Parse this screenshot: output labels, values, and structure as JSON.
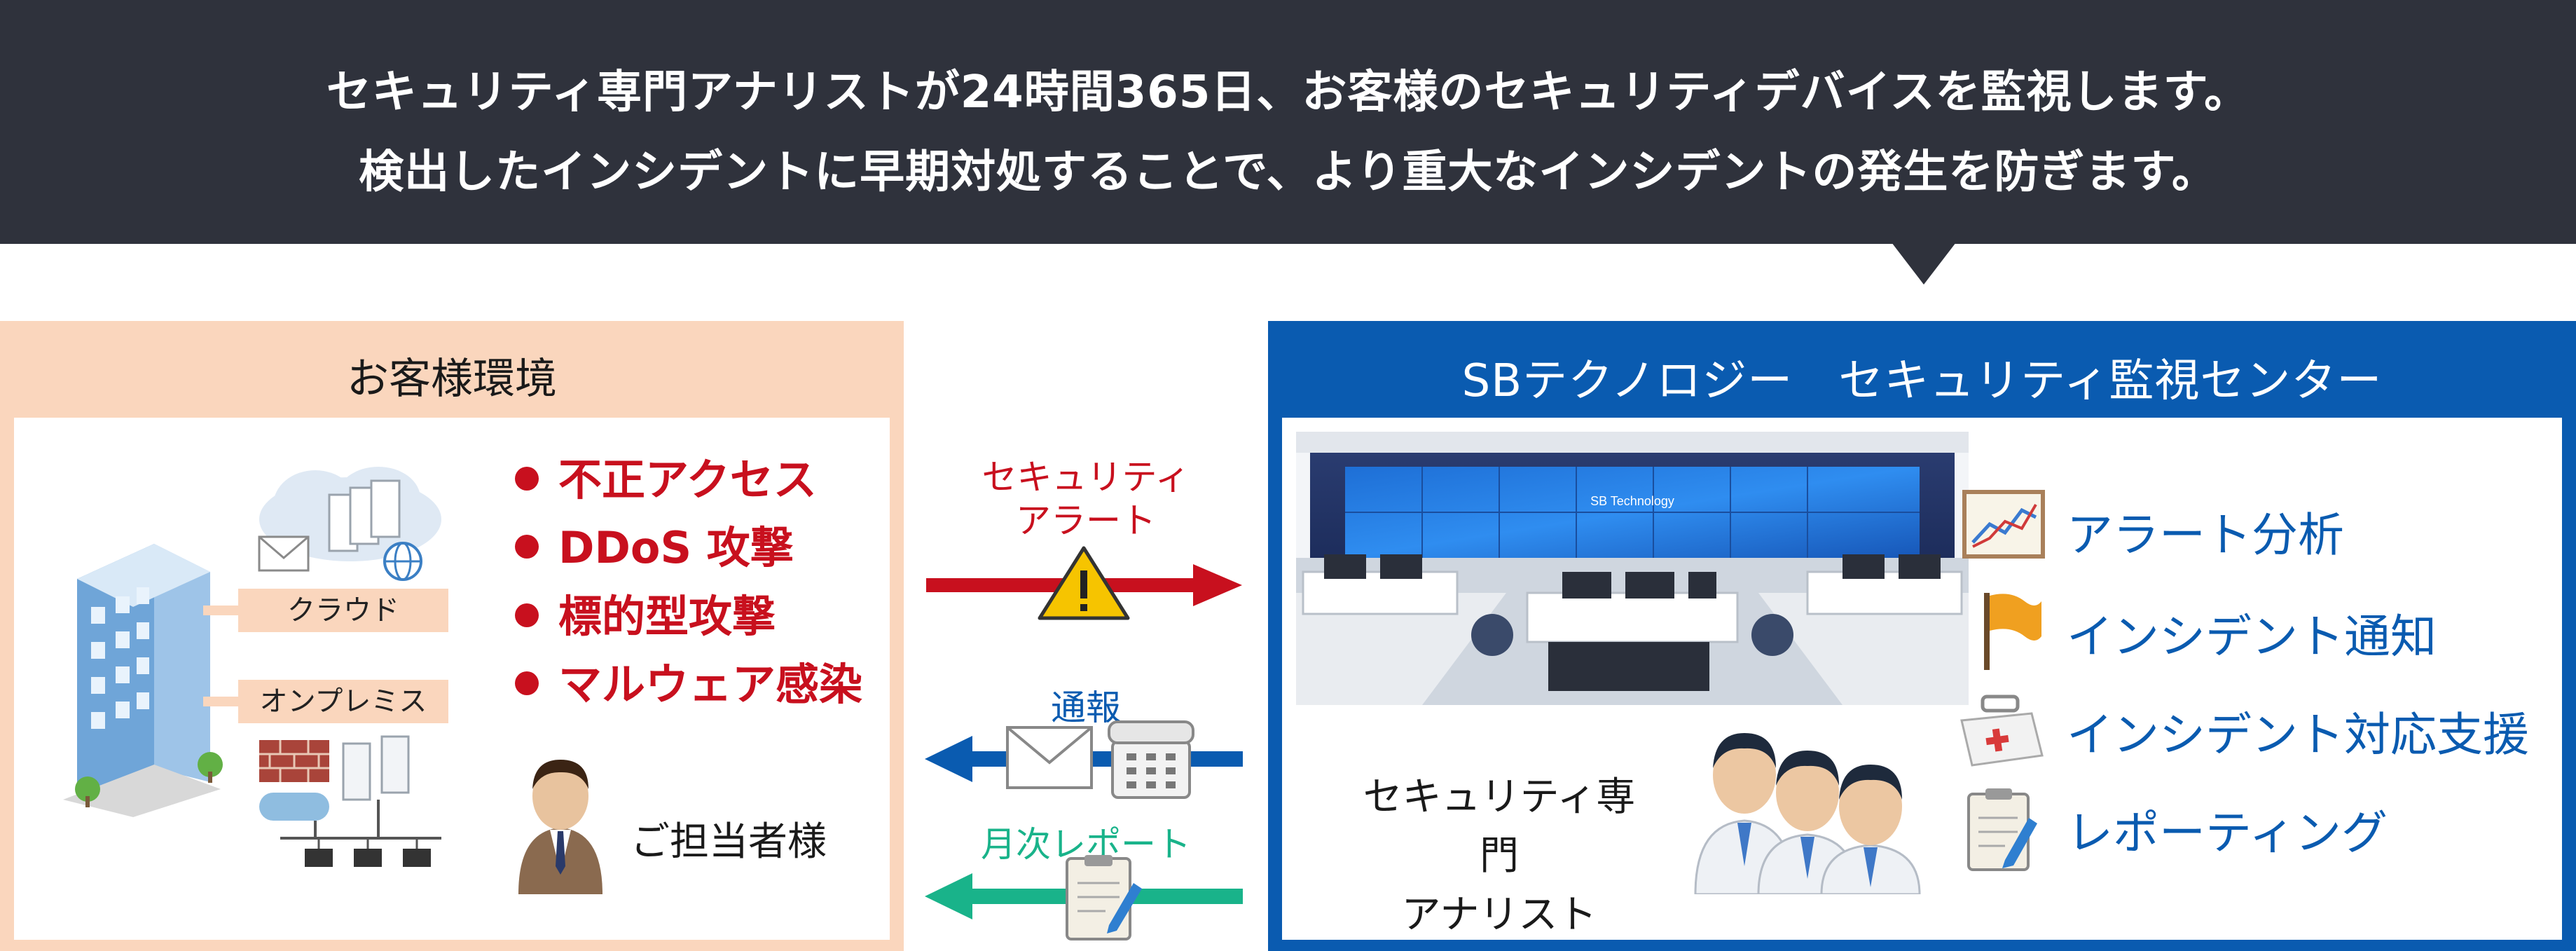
{
  "header": {
    "line1": "セキュリティ専門アナリストが24時間365日、お客様のセキュリティデバイスを監視します。",
    "line2": "検出したインシデントに早期対処することで、より重大なインシデントの発生を防ぎます。"
  },
  "customer": {
    "title": "お客様環境",
    "env_cloud": "クラウド",
    "env_onprem": "オンプレミス",
    "threats": [
      "不正アクセス",
      "DDoS 攻撃",
      "標的型攻撃",
      "マルウェア感染"
    ],
    "contact": "ご担当者様"
  },
  "flows": {
    "alert_line1": "セキュリティ",
    "alert_line2": "アラート",
    "report_call": "通報",
    "monthly_report": "月次レポート"
  },
  "soc": {
    "title": "SBテクノロジー　セキュリティ監視センター",
    "screen_brand": "SB Technology",
    "analyst_line1": "セキュリティ専門",
    "analyst_line2": "アナリスト",
    "services": [
      "アラート分析",
      "インシデント通知",
      "インシデント対応支援",
      "レポーティング"
    ]
  },
  "colors": {
    "header_bg": "#2f323c",
    "customer_bg": "#fad6bd",
    "soc_blue": "#0a5bb0",
    "threat_red": "#c8101e",
    "alert_arrow": "#c8101e",
    "report_arrow": "#0a5bb0",
    "monthly_arrow": "#19b38a"
  }
}
